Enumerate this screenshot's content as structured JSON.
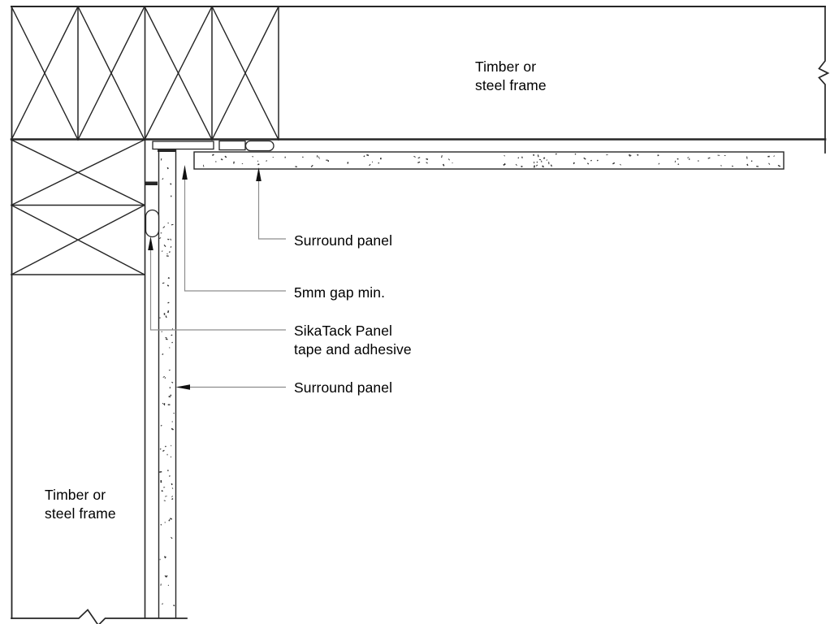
{
  "diagram": {
    "type": "construction-detail",
    "colors": {
      "background": "#ffffff",
      "line": "#262626",
      "leader_line": "#8d8d8d",
      "arrowhead": "#111111",
      "text": "#000000",
      "stipple": "#2f2f2f"
    },
    "labels": {
      "frame_top": "Timber or\nsteel frame",
      "frame_bottom": "Timber or\nsteel frame",
      "surround_panel_top": "Surround panel",
      "gap_min": "5mm gap min.",
      "adhesive": "SikaTack Panel\ntape and adhesive",
      "surround_panel_side": "Surround panel"
    },
    "icons": {
      "leader_arrowhead": "filled-triangle",
      "break_mark": "zigzag"
    }
  }
}
